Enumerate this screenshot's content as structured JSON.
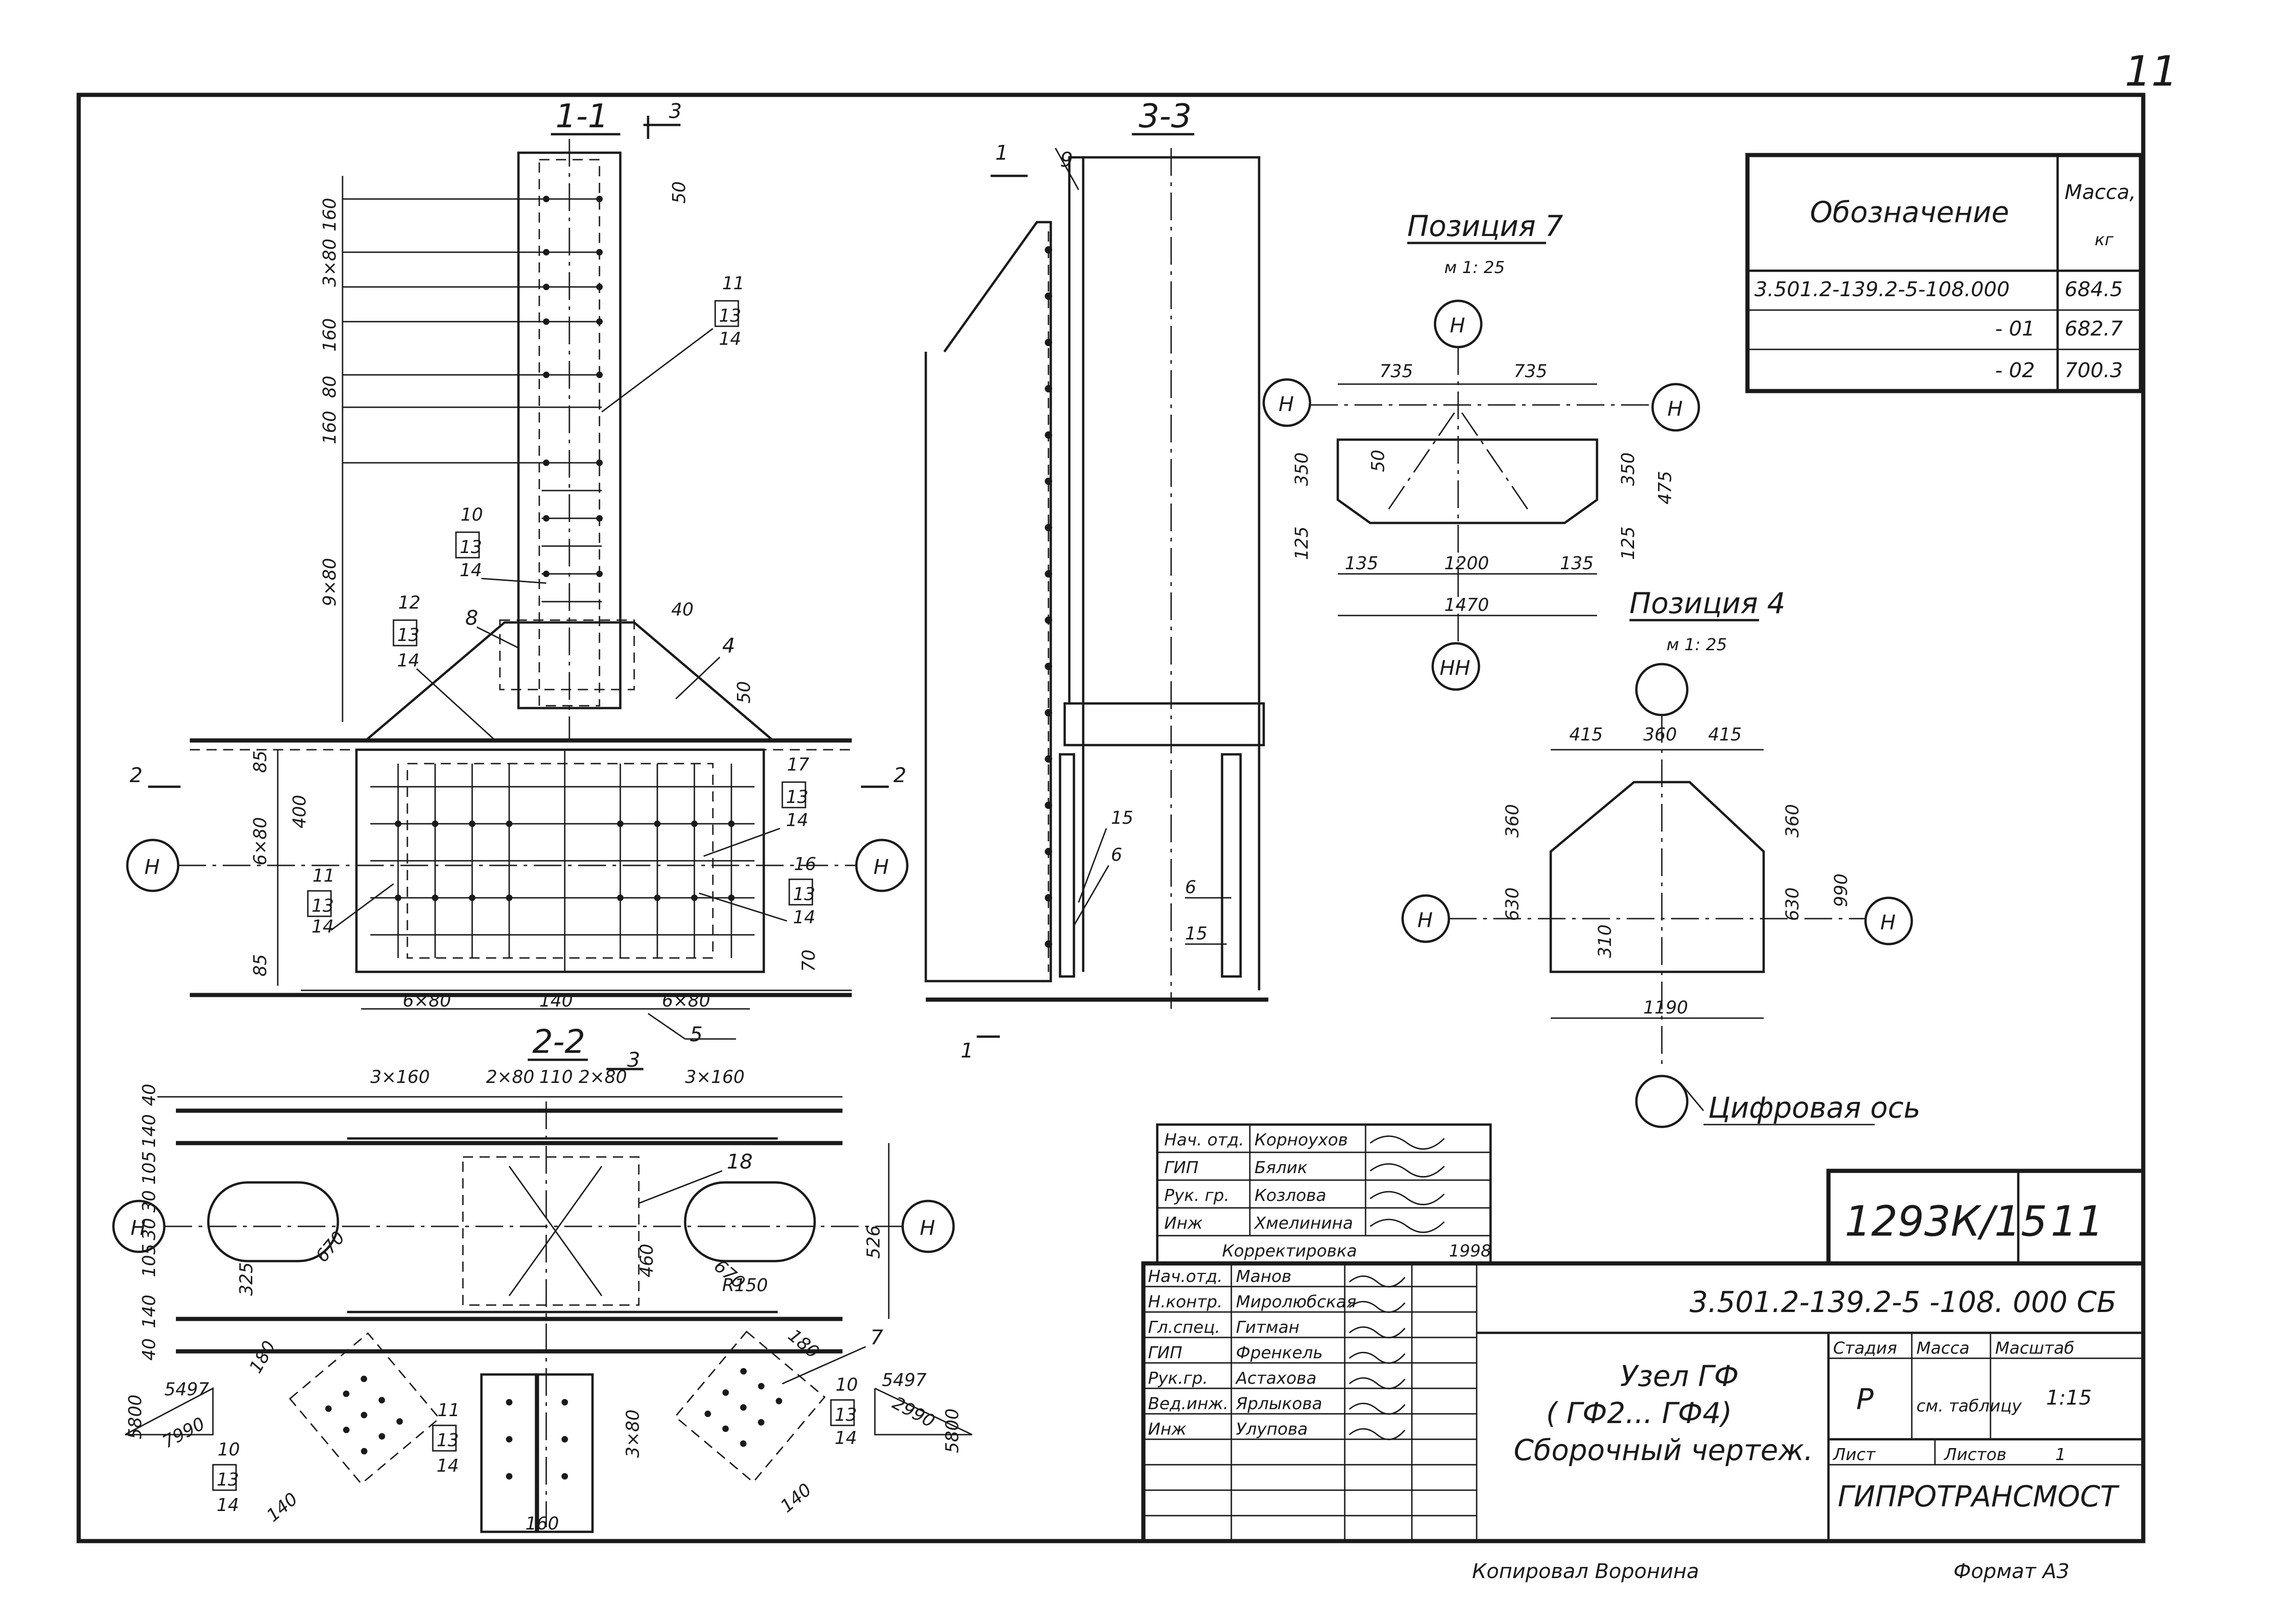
{
  "page_number": "11",
  "sections": {
    "s11": "1-1",
    "s22": "2-2",
    "s33": "3-3"
  },
  "section_marks": {
    "m3": "3",
    "m2": "2",
    "m1": "1"
  },
  "axis_label": "Н",
  "axis_label_double": "НН",
  "section_1_1": {
    "vertical_dims": [
      "160",
      "3×80",
      "160",
      "80",
      "160",
      "9×80"
    ],
    "right_dims": [
      "50",
      "40",
      "50"
    ],
    "callout_a": [
      "11",
      "13",
      "14"
    ],
    "callout_b": [
      "10",
      "13",
      "14"
    ],
    "callout_c": [
      "12",
      "13",
      "14"
    ],
    "callout_d": [
      "17",
      "13",
      "14"
    ],
    "callout_e": [
      "16",
      "13",
      "14"
    ],
    "callout_f": [
      "11",
      "13",
      "14"
    ],
    "plate_labels": [
      "8",
      "4",
      "5"
    ],
    "bottom_dims": [
      "6×80",
      "140",
      "6×80"
    ],
    "side_dims": [
      "85",
      "400",
      "6×80",
      "85",
      "70"
    ]
  },
  "section_2_2": {
    "top_dims": [
      "3×160",
      "2×80",
      "110",
      "2×80",
      "3×160"
    ],
    "left_dims": [
      "40",
      "140",
      "105",
      "30",
      "30",
      "105",
      "140",
      "40"
    ],
    "radii": [
      "670",
      "670",
      "R150"
    ],
    "dims_mid": [
      "325",
      "460",
      "526",
      "3×80",
      "160",
      "140",
      "140",
      "180",
      "180"
    ],
    "label_18": "18",
    "label_7": "7",
    "coords_left": [
      "5497",
      "5800",
      "7990"
    ],
    "coords_right": [
      "5497",
      "2990",
      "5800"
    ],
    "callout_left": [
      "10",
      "13",
      "14"
    ],
    "callout_mid": [
      "11",
      "13",
      "14"
    ],
    "callout_right": [
      "10",
      "13",
      "14"
    ]
  },
  "section_3_3": {
    "labels": [
      "9",
      "15",
      "6",
      "6",
      "15"
    ]
  },
  "position_7": {
    "title": "Позиция 7",
    "scale": "м 1: 25",
    "dims": [
      "735",
      "735",
      "350",
      "50",
      "350",
      "475",
      "125",
      "125",
      "135",
      "1200",
      "135",
      "1470"
    ]
  },
  "position_4": {
    "title": "Позиция 4",
    "scale": "м 1: 25",
    "dims": [
      "415",
      "360",
      "415",
      "360",
      "360",
      "630",
      "630",
      "990",
      "310",
      "1190"
    ],
    "axis_note": "Цифровая ось"
  },
  "mass_table": {
    "col_designation": "Обозначение",
    "col_mass": "Масса,",
    "col_mass_unit": "кг",
    "rows": [
      {
        "designation": "3.501.2-139.2-5-108.000",
        "mass": "684.5"
      },
      {
        "designation": "- 01",
        "mass": "682.7"
      },
      {
        "designation": "- 02",
        "mass": "700.3"
      }
    ]
  },
  "approvals_upper": [
    {
      "role": "Нач. отд.",
      "name": "Корноухов"
    },
    {
      "role": "ГИП",
      "name": "Бялик"
    },
    {
      "role": "Рук. гр.",
      "name": "Козлова"
    },
    {
      "role": "Инж",
      "name": "Хмелинина"
    },
    {
      "role": "Корректировка",
      "name": "1998"
    }
  ],
  "approvals_lower": [
    {
      "role": "Нач.отд.",
      "name": "Манов"
    },
    {
      "role": "Н.контр.",
      "name": "Миролюбская"
    },
    {
      "role": "Гл.спец.",
      "name": "Гитман"
    },
    {
      "role": "ГИП",
      "name": "Френкель"
    },
    {
      "role": "Рук.гр.",
      "name": "Астахова"
    },
    {
      "role": "Вед.инж.",
      "name": "Ярлыкова"
    },
    {
      "role": "Инж",
      "name": "Улупова"
    }
  ],
  "title_block": {
    "sheet_code": "1293К/15",
    "sheet_code_page": "11",
    "doc_code": "3.501.2-139.2-5 -108. 000 СБ",
    "title_line1": "Узел ГФ",
    "title_line2": "( ГФ2... ГФ4)",
    "title_line3": "Сборочный чертеж.",
    "stage_label": "Стадия",
    "mass_label": "Масса",
    "scale_label": "Масштаб",
    "stage": "Р",
    "mass_value": "см. таблицу",
    "scale": "1:15",
    "sheet_label": "Лист",
    "sheets_label": "Листов",
    "sheets_count": "1",
    "organization": "ГИПРОТРАНСМОСТ"
  },
  "footer": {
    "copied_by": "Копировал Воронина",
    "format": "Формат А3"
  }
}
